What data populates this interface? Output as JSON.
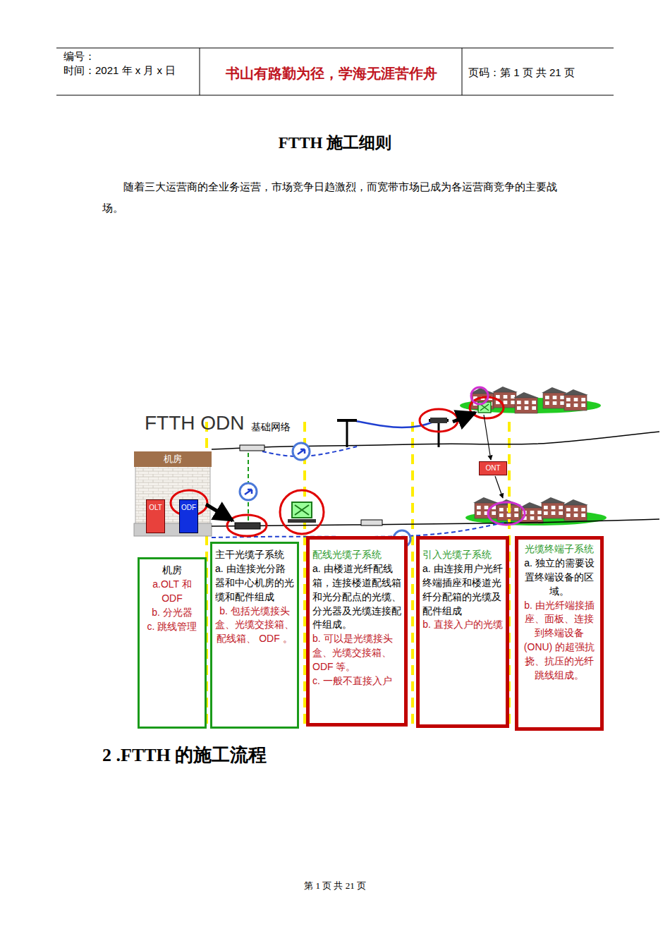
{
  "diagram": {
    "title": "FTTH 施工细则",
    "nodes": [
      {
        "text": [
          "机房"
        ]
      },
      {
        "text": [
          "OLT"
        ],
        "in": 0
      },
      {
        "text": [
          "ODF"
        ],
        "in": 0
      },
      {
        "text": [
          "ONT"
        ]
      },
      {
        "text": [
          "机房",
          "a.OLT 和 ODF",
          "b. 分光器",
          "c. 跳线管理"
        ]
      },
      {
        "text": [
          "主干光缆子系统",
          "a. 由连接光分路器和中心机房的光缆和配件组成",
          "b. 包括光缆接头盒、光缆交接箱、配线箱、 ODF 。"
        ]
      },
      {
        "text": [
          "配线光缆子系统",
          "a. 由楼道光纤配线箱，连接楼道配线箱和光分配点的光缆、分光器及光缆连接配件组成。",
          "b. 可以是光缆接头盒、光缆交接箱、ODF 等。",
          "c. 一般不直接入户"
        ]
      },
      {
        "text": [
          "引入光缆子系统",
          "a. 由连接用户光纤终端插座和楼道光纤分配箱的光缆及配件组成",
          "b. 直接入户的光缆"
        ]
      },
      {
        "text": [
          "光缆终端子系统",
          "a. 独立的需要设置终端设备的区域。",
          "b. 由光纤端接插座、面板、连接到终端设备 (ONU) 的超强抗挠、抗压的光纤跳线组成。"
        ]
      }
    ],
    "labels": [
      "编号：",
      "时间：2021 年 x 月 x 日",
      "书山有路勤为径，学海无涯苦作舟",
      "页码：第 1 页 共 21 页",
      "随着三大运营商的全业务运营，市场竞争日趋激烈，而宽带市场已成为各运营商竞争的主要战场。",
      "FTTH ODN",
      "基础网络",
      "2 .FTTH 的施工流程",
      "第 1 页 共 21 页"
    ]
  }
}
